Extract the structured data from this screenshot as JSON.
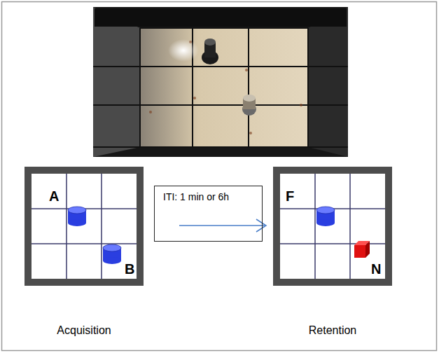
{
  "diagram": {
    "nodes": [
      {
        "text": [
          "A",
          "B",
          "Acquisition"
        ]
      },
      {
        "text": [
          "ITI: 1 min or 6h"
        ]
      },
      {
        "text": [
          "F",
          "N",
          "Retention"
        ]
      }
    ]
  }
}
